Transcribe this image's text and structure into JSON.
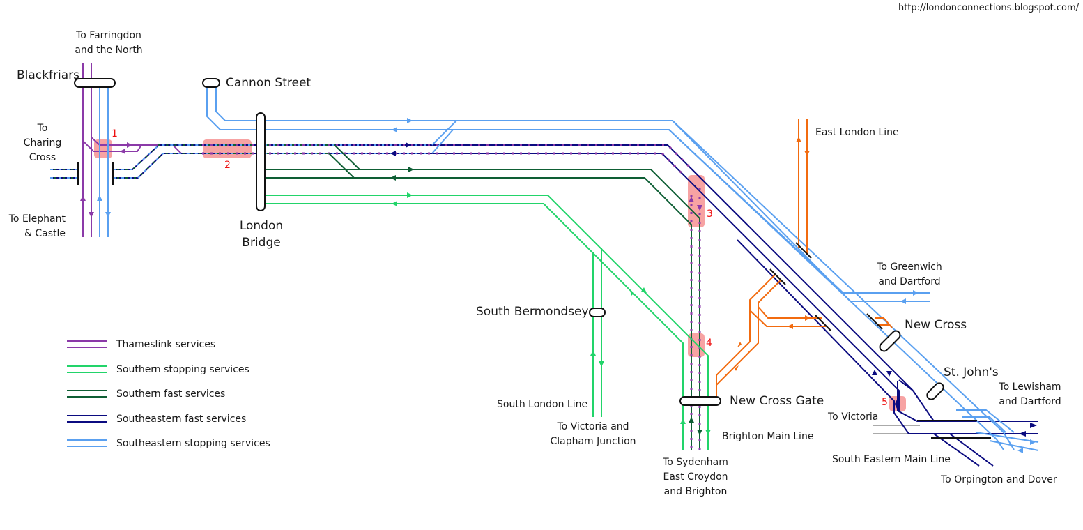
{
  "source_url": "http://londonconnections.blogspot.com/",
  "colors": {
    "thameslink": "#8b3aa8",
    "southern_stopping": "#22d46a",
    "southern_fast": "#0e5e34",
    "southeastern_fast": "#0b0b80",
    "southeastern_stopping": "#5aa0f0",
    "east_london": "#f26b0f",
    "conflict_highlight": "#f7a3a3",
    "conflict_number": "#ee1111",
    "other_track": "#aaaaaa"
  },
  "stations": {
    "blackfriars": "Blackfriars",
    "cannon_street": "Cannon Street",
    "london_bridge": "London\nBridge",
    "south_bermondsey": "South Bermondsey",
    "new_cross_gate": "New Cross Gate",
    "new_cross": "New Cross",
    "st_johns": "St. John's"
  },
  "destinations": {
    "farringdon": "To Farringdon\nand the North",
    "charing_cross": "To\nCharing\nCross",
    "elephant": "To Elephant\n& Castle",
    "east_london_line": "East London Line",
    "greenwich": "To Greenwich\nand Dartford",
    "lewisham": "To Lewisham\nand Dartford",
    "victoria_se": "To Victoria",
    "se_main_line": "South Eastern Main Line",
    "orpington": "To Orpington and Dover",
    "south_london_line": "South London Line",
    "victoria_clapham": "To Victoria and\nClapham Junction",
    "brighton_main_line": "Brighton Main Line",
    "sydenham": "To Sydenham\nEast Croydon\nand Brighton"
  },
  "conflict_points": [
    "1",
    "2",
    "3",
    "4",
    "5"
  ],
  "legend": [
    {
      "label": "Thameslink services",
      "color": "#8b3aa8"
    },
    {
      "label": "Southern stopping services",
      "color": "#22d46a"
    },
    {
      "label": "Southern fast services",
      "color": "#0e5e34"
    },
    {
      "label": "Southeastern fast services",
      "color": "#0b0b80"
    },
    {
      "label": "Southeastern stopping services",
      "color": "#5aa0f0"
    }
  ]
}
